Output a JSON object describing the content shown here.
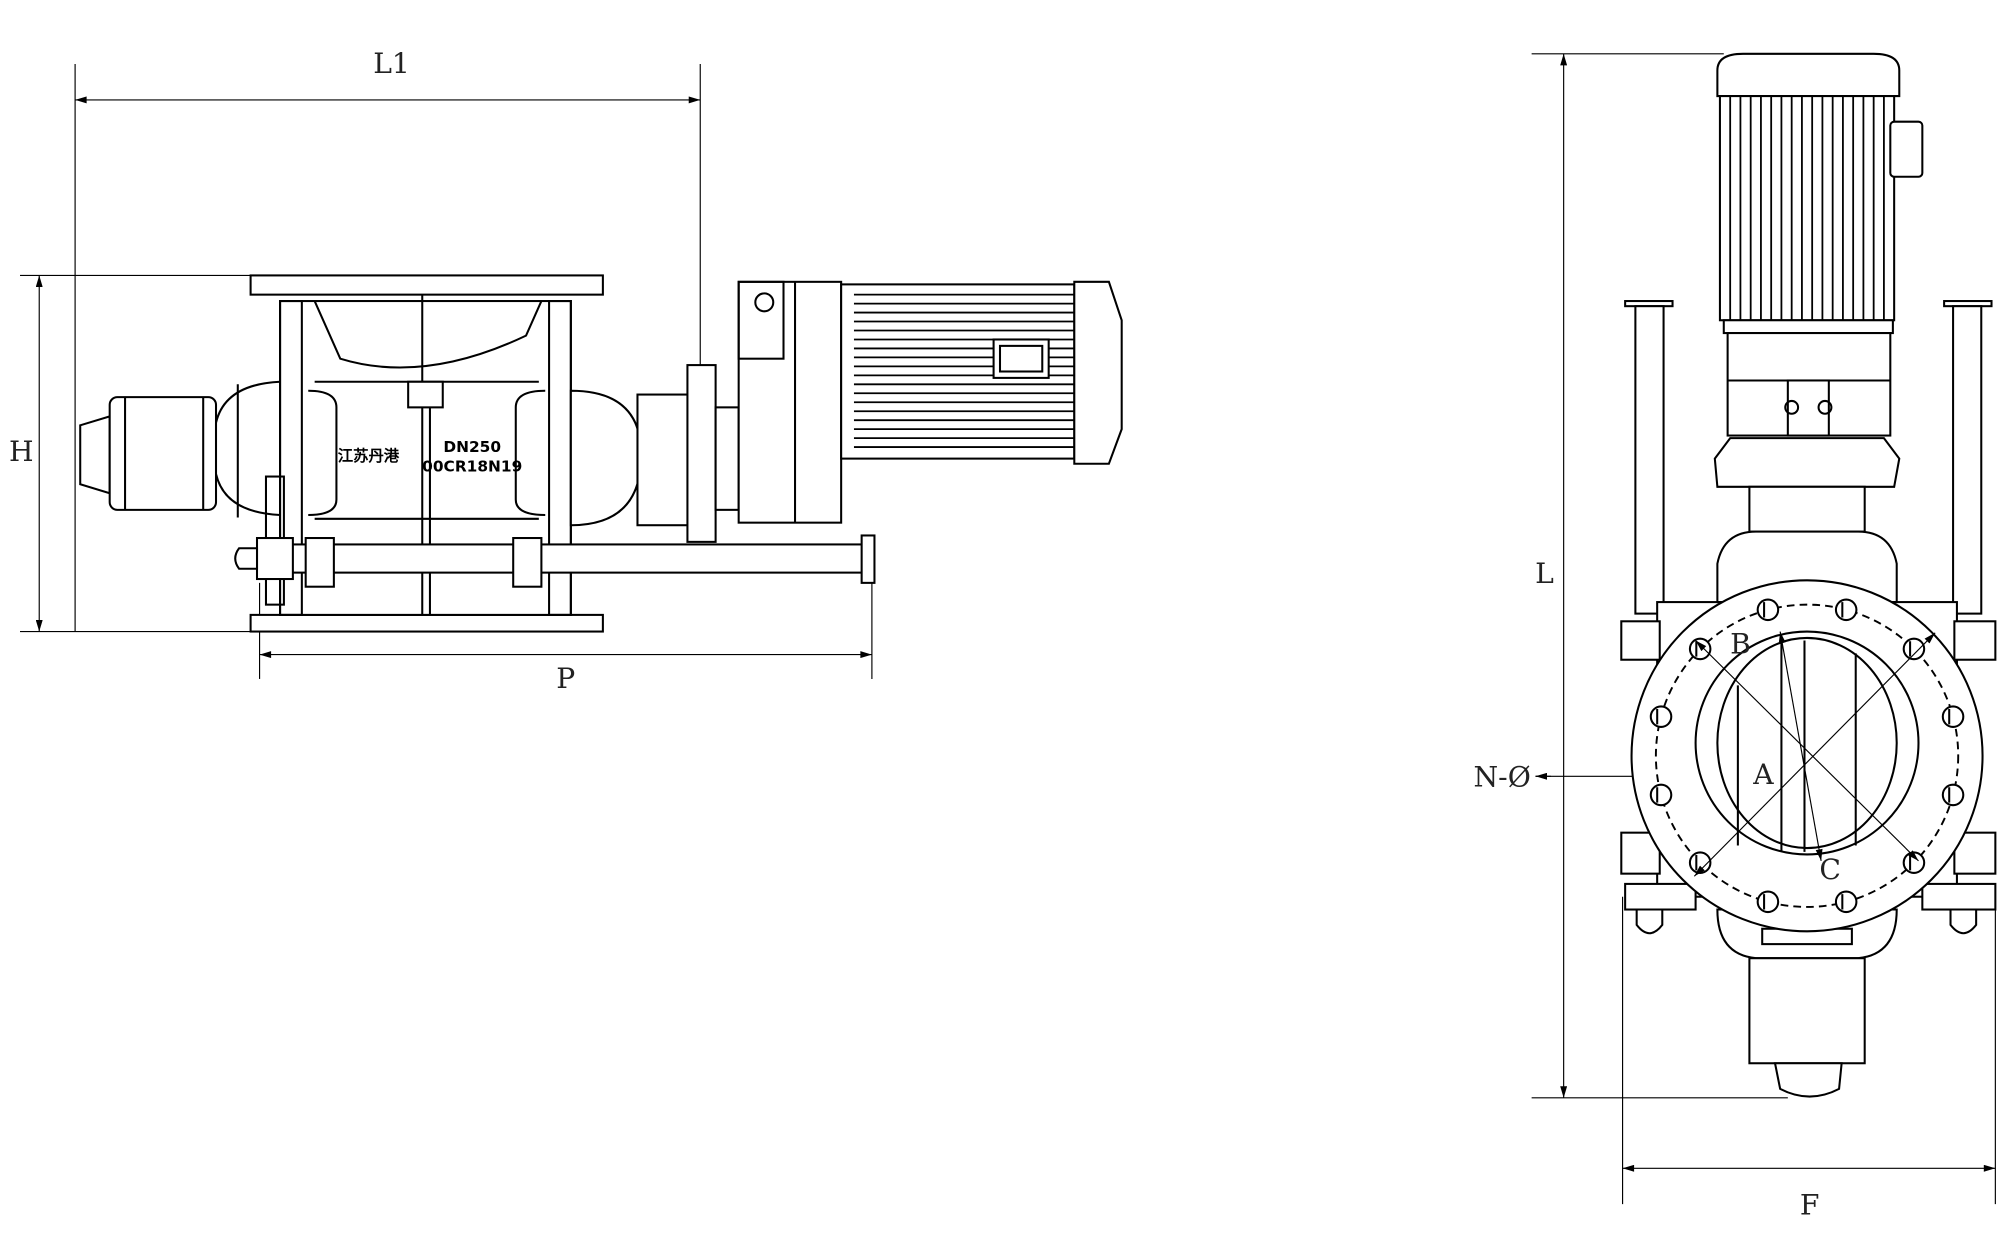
{
  "drawing": {
    "side_view": {
      "dimensions": {
        "length_1": "L1",
        "height": "H",
        "pitch": "P"
      },
      "body_marking": {
        "maker": "江苏丹港",
        "size": "DN250",
        "material": "00CR18N19"
      }
    },
    "end_view": {
      "dimensions": {
        "length": "L",
        "width": "F",
        "bolt_holes": "N-Ø",
        "a": "A",
        "b": "B",
        "c": "C"
      }
    }
  }
}
